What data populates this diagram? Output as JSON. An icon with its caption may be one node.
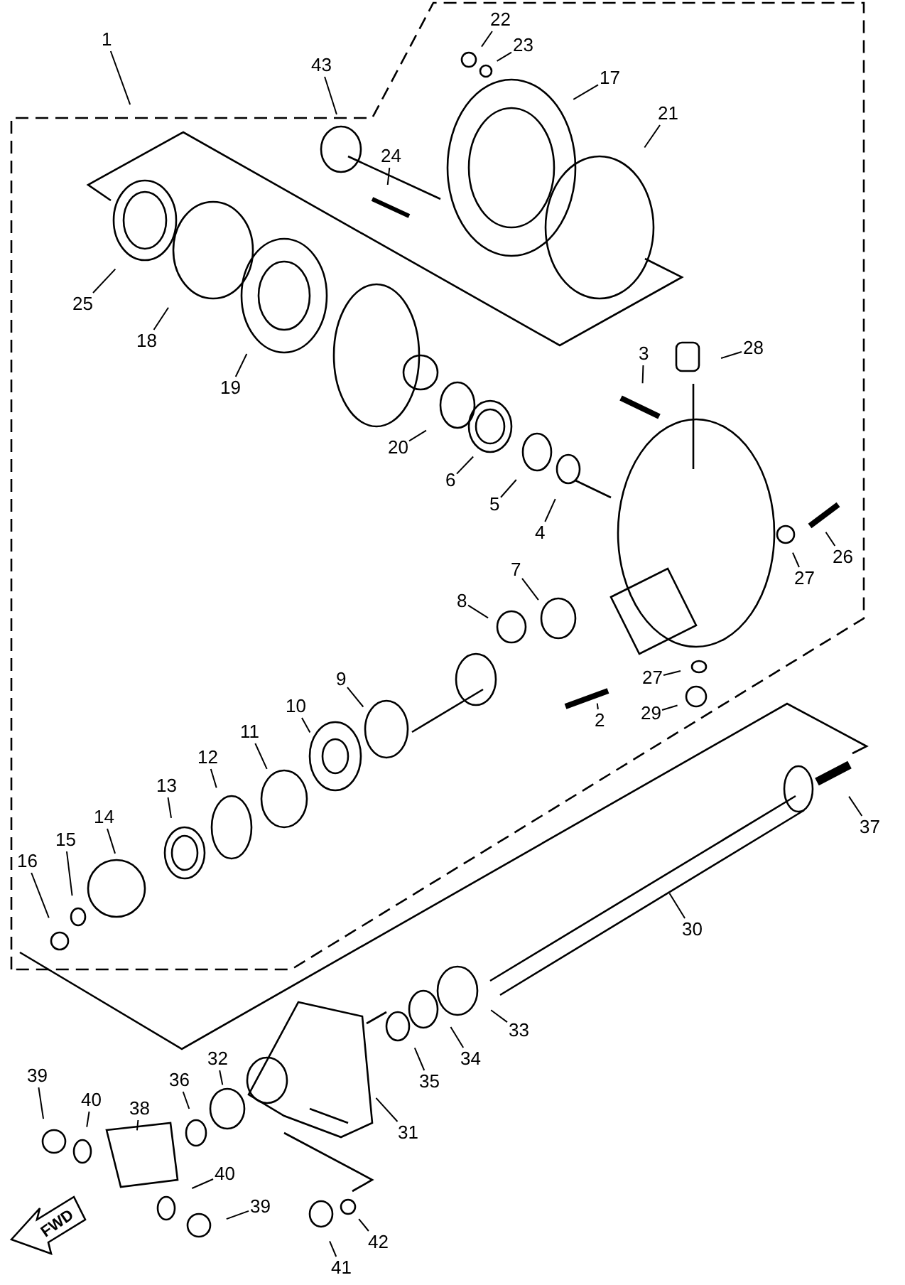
{
  "diagram": {
    "nodes": [
      {
        "text": [
          "43"
        ]
      },
      {
        "text": [
          "22"
        ]
      },
      {
        "text": [
          "23"
        ]
      },
      {
        "text": [
          "1"
        ]
      },
      {
        "text": [
          "17"
        ]
      },
      {
        "text": [
          "21"
        ]
      },
      {
        "text": [
          "24"
        ]
      },
      {
        "text": [
          "25"
        ]
      },
      {
        "text": [
          "18"
        ]
      },
      {
        "text": [
          "19"
        ]
      },
      {
        "text": [
          "3"
        ]
      },
      {
        "text": [
          "28"
        ]
      },
      {
        "text": [
          "20"
        ]
      },
      {
        "text": [
          "6"
        ]
      },
      {
        "text": [
          "5"
        ]
      },
      {
        "text": [
          "4"
        ]
      },
      {
        "text": [
          "26"
        ]
      },
      {
        "text": [
          "27"
        ]
      },
      {
        "text": [
          "7"
        ]
      },
      {
        "text": [
          "8"
        ]
      },
      {
        "text": [
          "27"
        ]
      },
      {
        "text": [
          "9"
        ]
      },
      {
        "text": [
          "29"
        ]
      },
      {
        "text": [
          "2"
        ]
      },
      {
        "text": [
          "10"
        ]
      },
      {
        "text": [
          "11"
        ]
      },
      {
        "text": [
          "12"
        ]
      },
      {
        "text": [
          "13"
        ]
      },
      {
        "text": [
          "37"
        ]
      },
      {
        "text": [
          "14"
        ]
      },
      {
        "text": [
          "15"
        ]
      },
      {
        "text": [
          "16"
        ]
      },
      {
        "text": [
          "30"
        ]
      },
      {
        "text": [
          "33"
        ]
      },
      {
        "text": [
          "34"
        ]
      },
      {
        "text": [
          "35"
        ]
      },
      {
        "text": [
          "32"
        ]
      },
      {
        "text": [
          "36"
        ]
      },
      {
        "text": [
          "39"
        ]
      },
      {
        "text": [
          "40"
        ]
      },
      {
        "text": [
          "38"
        ]
      },
      {
        "text": [
          "31"
        ]
      },
      {
        "text": [
          "40"
        ]
      },
      {
        "text": [
          "39"
        ]
      },
      {
        "text": [
          "41"
        ]
      },
      {
        "text": [
          "42"
        ]
      }
    ],
    "edges": [
      {
        "from": 0,
        "to": null,
        "arrow": "none"
      },
      {
        "from": 1,
        "to": null,
        "arrow": "none"
      },
      {
        "from": 2,
        "to": null,
        "arrow": "none"
      },
      {
        "from": 3,
        "to": null,
        "arrow": "none"
      },
      {
        "from": 4,
        "to": null,
        "arrow": "none"
      },
      {
        "from": 5,
        "to": null,
        "arrow": "none"
      },
      {
        "from": 6,
        "to": null,
        "arrow": "none"
      },
      {
        "from": 7,
        "to": null,
        "arrow": "none"
      },
      {
        "from": 8,
        "to": null,
        "arrow": "none"
      },
      {
        "from": 9,
        "to": null,
        "arrow": "none"
      },
      {
        "from": 10,
        "to": null,
        "arrow": "none"
      },
      {
        "from": 11,
        "to": null,
        "arrow": "none"
      },
      {
        "from": 12,
        "to": null,
        "arrow": "none"
      },
      {
        "from": 13,
        "to": null,
        "arrow": "none"
      },
      {
        "from": 14,
        "to": null,
        "arrow": "none"
      },
      {
        "from": 15,
        "to": null,
        "arrow": "none"
      },
      {
        "from": 16,
        "to": null,
        "arrow": "none"
      },
      {
        "from": 17,
        "to": null,
        "arrow": "none"
      },
      {
        "from": 18,
        "to": null,
        "arrow": "none"
      },
      {
        "from": 19,
        "to": null,
        "arrow": "none"
      },
      {
        "from": 20,
        "to": null,
        "arrow": "none"
      },
      {
        "from": 21,
        "to": null,
        "arrow": "none"
      },
      {
        "from": 22,
        "to": null,
        "arrow": "none"
      },
      {
        "from": 23,
        "to": null,
        "arrow": "none"
      },
      {
        "from": 24,
        "to": null,
        "arrow": "none"
      },
      {
        "from": 25,
        "to": null,
        "arrow": "none"
      },
      {
        "from": 26,
        "to": null,
        "arrow": "none"
      },
      {
        "from": 27,
        "to": null,
        "arrow": "none"
      },
      {
        "from": 28,
        "to": null,
        "arrow": "none"
      },
      {
        "from": 29,
        "to": null,
        "arrow": "none"
      },
      {
        "from": 30,
        "to": null,
        "arrow": "none"
      },
      {
        "from": 31,
        "to": null,
        "arrow": "none"
      },
      {
        "from": 32,
        "to": null,
        "arrow": "none"
      },
      {
        "from": 33,
        "to": null,
        "arrow": "none"
      },
      {
        "from": 34,
        "to": null,
        "arrow": "none"
      },
      {
        "from": 35,
        "to": null,
        "arrow": "none"
      },
      {
        "from": 36,
        "to": null,
        "arrow": "none"
      },
      {
        "from": 37,
        "to": null,
        "arrow": "none"
      },
      {
        "from": 38,
        "to": null,
        "arrow": "none"
      },
      {
        "from": 39,
        "to": null,
        "arrow": "none"
      },
      {
        "from": 40,
        "to": null,
        "arrow": "none"
      },
      {
        "from": 41,
        "to": null,
        "arrow": "none"
      },
      {
        "from": 42,
        "to": null,
        "arrow": "none"
      },
      {
        "from": 43,
        "to": null,
        "arrow": "none"
      },
      {
        "from": 44,
        "to": null,
        "arrow": "none"
      },
      {
        "from": 45,
        "to": null,
        "arrow": "none"
      }
    ],
    "labels": [
      "FWD"
    ]
  }
}
